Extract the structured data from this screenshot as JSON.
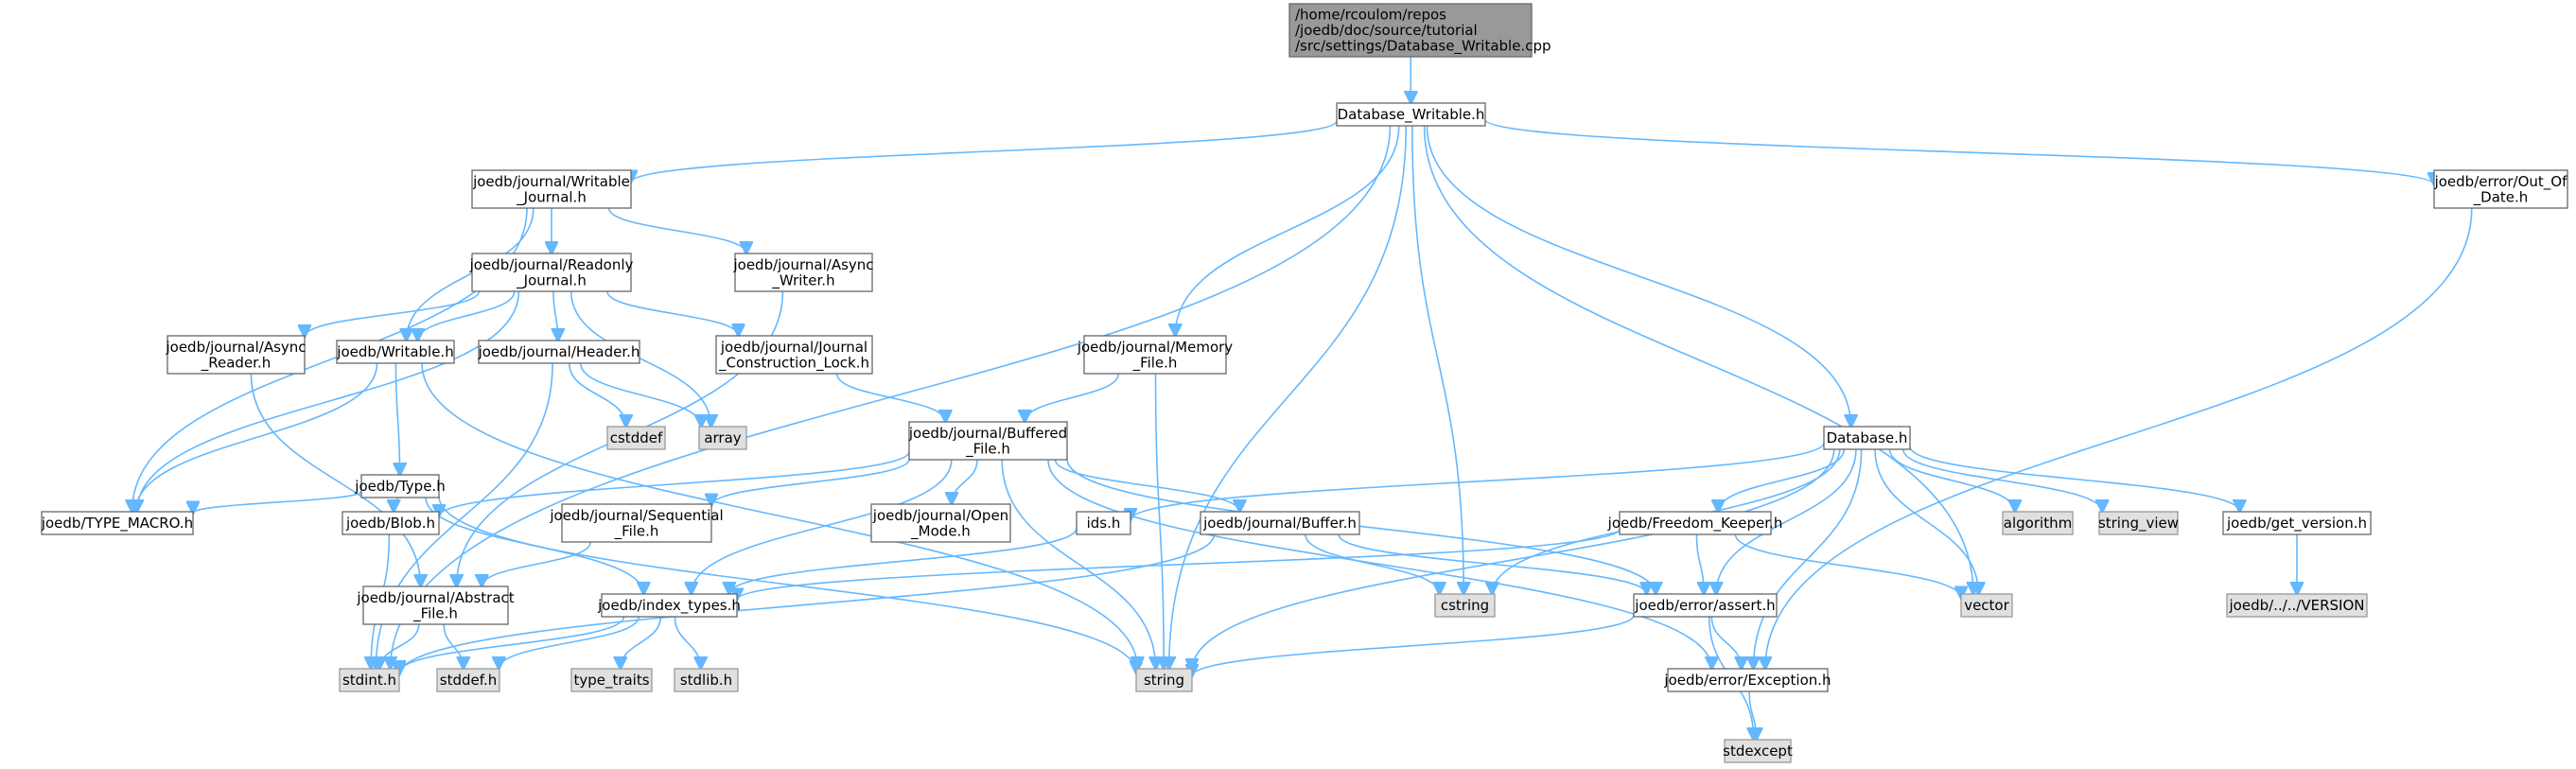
{
  "diagram": {
    "colors": {
      "edge": "#63b8ff",
      "root_fill": "#999999",
      "node_fill": "#ffffff",
      "node_border": "#666666",
      "external_fill": "#e0e0e0",
      "external_border": "#999999"
    },
    "nodes": [
      {
        "id": "root",
        "kind": "root",
        "lines": [
          "/home/rcoulom/repos",
          "/joedb/doc/source/tutorial",
          "/src/settings/Database_Writable.cpp"
        ]
      },
      {
        "id": "dbw",
        "kind": "file",
        "lines": [
          "Database_Writable.h"
        ]
      },
      {
        "id": "wj",
        "kind": "file",
        "lines": [
          "joedb/journal/Writable",
          "_Journal.h"
        ]
      },
      {
        "id": "ood",
        "kind": "file",
        "lines": [
          "joedb/error/Out_Of",
          "_Date.h"
        ]
      },
      {
        "id": "rj",
        "kind": "file",
        "lines": [
          "joedb/journal/Readonly",
          "_Journal.h"
        ]
      },
      {
        "id": "aw",
        "kind": "file",
        "lines": [
          "joedb/journal/Async",
          "_Writer.h"
        ]
      },
      {
        "id": "ar",
        "kind": "file",
        "lines": [
          "joedb/journal/Async",
          "_Reader.h"
        ]
      },
      {
        "id": "wr",
        "kind": "file",
        "lines": [
          "joedb/Writable.h"
        ]
      },
      {
        "id": "hdr",
        "kind": "file",
        "lines": [
          "joedb/journal/Header.h"
        ]
      },
      {
        "id": "jcl",
        "kind": "file",
        "lines": [
          "joedb/journal/Journal",
          "_Construction_Lock.h"
        ]
      },
      {
        "id": "mf",
        "kind": "file",
        "lines": [
          "joedb/journal/Memory",
          "_File.h"
        ]
      },
      {
        "id": "cstddef",
        "kind": "ext",
        "lines": [
          "cstddef"
        ]
      },
      {
        "id": "array",
        "kind": "ext",
        "lines": [
          "array"
        ]
      },
      {
        "id": "bf",
        "kind": "file",
        "lines": [
          "joedb/journal/Buffered",
          "_File.h"
        ]
      },
      {
        "id": "db",
        "kind": "file",
        "lines": [
          "Database.h"
        ]
      },
      {
        "id": "type",
        "kind": "file",
        "lines": [
          "joedb/Type.h"
        ]
      },
      {
        "id": "tm",
        "kind": "file",
        "lines": [
          "joedb/TYPE_MACRO.h"
        ]
      },
      {
        "id": "blob",
        "kind": "file",
        "lines": [
          "joedb/Blob.h"
        ]
      },
      {
        "id": "sf",
        "kind": "file",
        "lines": [
          "joedb/journal/Sequential",
          "_File.h"
        ]
      },
      {
        "id": "om",
        "kind": "file",
        "lines": [
          "joedb/journal/Open",
          "_Mode.h"
        ]
      },
      {
        "id": "ids",
        "kind": "file",
        "lines": [
          "ids.h"
        ]
      },
      {
        "id": "buf",
        "kind": "file",
        "lines": [
          "joedb/journal/Buffer.h"
        ]
      },
      {
        "id": "fk",
        "kind": "file",
        "lines": [
          "joedb/Freedom_Keeper.h"
        ]
      },
      {
        "id": "algorithm",
        "kind": "ext",
        "lines": [
          "algorithm"
        ]
      },
      {
        "id": "sv",
        "kind": "ext",
        "lines": [
          "string_view"
        ]
      },
      {
        "id": "gv",
        "kind": "file",
        "lines": [
          "joedb/get_version.h"
        ]
      },
      {
        "id": "af",
        "kind": "file",
        "lines": [
          "joedb/journal/Abstract",
          "_File.h"
        ]
      },
      {
        "id": "it",
        "kind": "file",
        "lines": [
          "joedb/index_types.h"
        ]
      },
      {
        "id": "cstring",
        "kind": "ext",
        "lines": [
          "cstring"
        ]
      },
      {
        "id": "assert",
        "kind": "file",
        "lines": [
          "joedb/error/assert.h"
        ]
      },
      {
        "id": "vector",
        "kind": "ext",
        "lines": [
          "vector"
        ]
      },
      {
        "id": "ver",
        "kind": "ext",
        "lines": [
          "joedb/../../VERSION"
        ]
      },
      {
        "id": "stdint",
        "kind": "ext",
        "lines": [
          "stdint.h"
        ]
      },
      {
        "id": "stddef",
        "kind": "ext",
        "lines": [
          "stddef.h"
        ]
      },
      {
        "id": "tt",
        "kind": "ext",
        "lines": [
          "type_traits"
        ]
      },
      {
        "id": "stdlib",
        "kind": "ext",
        "lines": [
          "stdlib.h"
        ]
      },
      {
        "id": "string",
        "kind": "ext",
        "lines": [
          "string"
        ]
      },
      {
        "id": "exc",
        "kind": "file",
        "lines": [
          "joedb/error/Exception.h"
        ]
      },
      {
        "id": "stdexcept",
        "kind": "ext",
        "lines": [
          "stdexcept"
        ]
      }
    ],
    "edges": [
      [
        "root",
        "dbw"
      ],
      [
        "dbw",
        "wj"
      ],
      [
        "dbw",
        "stdint"
      ],
      [
        "dbw",
        "string"
      ],
      [
        "dbw",
        "cstring"
      ],
      [
        "dbw",
        "mf"
      ],
      [
        "dbw",
        "db"
      ],
      [
        "dbw",
        "vector"
      ],
      [
        "dbw",
        "ood"
      ],
      [
        "wj",
        "rj"
      ],
      [
        "wj",
        "aw"
      ],
      [
        "wj",
        "wr"
      ],
      [
        "wj",
        "tm"
      ],
      [
        "rj",
        "ar"
      ],
      [
        "rj",
        "wr"
      ],
      [
        "rj",
        "hdr"
      ],
      [
        "rj",
        "jcl"
      ],
      [
        "rj",
        "array"
      ],
      [
        "rj",
        "tm"
      ],
      [
        "aw",
        "af"
      ],
      [
        "ar",
        "af"
      ],
      [
        "wr",
        "type"
      ],
      [
        "wr",
        "tm"
      ],
      [
        "wr",
        "string"
      ],
      [
        "hdr",
        "array"
      ],
      [
        "hdr",
        "cstddef"
      ],
      [
        "hdr",
        "stdint"
      ],
      [
        "jcl",
        "bf"
      ],
      [
        "mf",
        "bf"
      ],
      [
        "mf",
        "string"
      ],
      [
        "bf",
        "blob"
      ],
      [
        "bf",
        "sf"
      ],
      [
        "bf",
        "om"
      ],
      [
        "bf",
        "buf"
      ],
      [
        "bf",
        "it"
      ],
      [
        "bf",
        "assert"
      ],
      [
        "bf",
        "exc"
      ],
      [
        "bf",
        "string"
      ],
      [
        "type",
        "tm"
      ],
      [
        "type",
        "blob"
      ],
      [
        "type",
        "it"
      ],
      [
        "type",
        "string"
      ],
      [
        "blob",
        "stdint"
      ],
      [
        "sf",
        "af"
      ],
      [
        "af",
        "stdint"
      ],
      [
        "af",
        "stddef"
      ],
      [
        "it",
        "stdint"
      ],
      [
        "it",
        "stddef"
      ],
      [
        "it",
        "tt"
      ],
      [
        "it",
        "stdlib"
      ],
      [
        "ids",
        "it"
      ],
      [
        "buf",
        "stdint"
      ],
      [
        "buf",
        "cstring"
      ],
      [
        "buf",
        "assert"
      ],
      [
        "db",
        "ids"
      ],
      [
        "db",
        "fk"
      ],
      [
        "db",
        "algorithm"
      ],
      [
        "db",
        "sv"
      ],
      [
        "db",
        "gv"
      ],
      [
        "db",
        "vector"
      ],
      [
        "db",
        "cstring"
      ],
      [
        "db",
        "string"
      ],
      [
        "db",
        "assert"
      ],
      [
        "db",
        "exc"
      ],
      [
        "fk",
        "it"
      ],
      [
        "fk",
        "vector"
      ],
      [
        "fk",
        "assert"
      ],
      [
        "gv",
        "ver"
      ],
      [
        "assert",
        "string"
      ],
      [
        "assert",
        "exc"
      ],
      [
        "assert",
        "stdexcept"
      ],
      [
        "exc",
        "stdexcept"
      ],
      [
        "ood",
        "exc"
      ]
    ]
  }
}
